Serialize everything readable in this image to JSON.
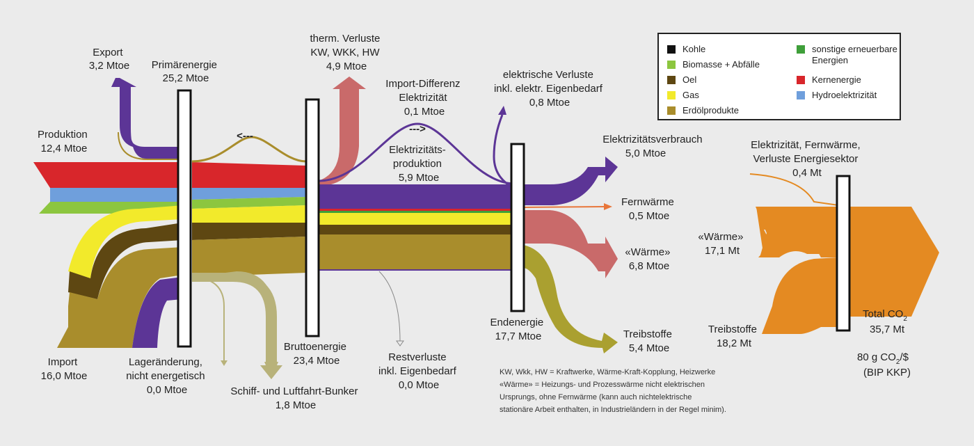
{
  "legend": {
    "items": [
      {
        "label": "Kohle",
        "color": "#111111"
      },
      {
        "label": "Biomasse + Abfälle",
        "color": "#8cc63f"
      },
      {
        "label": "Oel",
        "color": "#5e4712"
      },
      {
        "label": "Gas",
        "color": "#f2ea2b"
      },
      {
        "label": "Erdölprodukte",
        "color": "#a98d2c"
      },
      {
        "label": "sonstige erneuerbare Energien",
        "color": "#3f9f3a"
      },
      {
        "label": "Kernenergie",
        "color": "#d8262b"
      },
      {
        "label": "Hydroelektrizität",
        "color": "#6f9fdc"
      }
    ]
  },
  "colors": {
    "elektrizitaet": "#5c3596",
    "thermische_verluste": "#c96a6a",
    "waerme": "#c96a6a",
    "fernwaerme": "#e8763a",
    "bunker": "#b8b27a",
    "treibstoffe": "#aaa030",
    "co2": "#e48a22"
  },
  "labels": {
    "export": [
      "Export",
      "3,2 Mtoe"
    ],
    "primaerenergie": [
      "Primärenergie",
      "25,2 Mtoe"
    ],
    "therm_verluste": [
      "therm. Verluste",
      "KW, WKK, HW",
      "4,9 Mtoe"
    ],
    "import_diff": [
      "Import-Differenz",
      "Elektrizität",
      "0,1 Mtoe"
    ],
    "elektr_verluste": [
      "elektrische Verluste",
      "inkl. elektr. Eigenbedarf",
      "0,8 Mtoe"
    ],
    "produktion": [
      "Produktion",
      "12,4 Mtoe"
    ],
    "arrow_left": "<---",
    "arrow_right": "--->",
    "elek_produktion": [
      "Elektrizitäts-",
      "produktion",
      "5,9 Mtoe"
    ],
    "elek_verbrauch": [
      "Elektrizitätsverbrauch",
      "5,0 Mtoe"
    ],
    "fernwaerme": [
      "Fernwärme",
      "0,5 Mtoe"
    ],
    "waerme": [
      "«Wärme»",
      "6,8 Mtoe"
    ],
    "treibstoffe": [
      "Treibstoffe",
      "5,4 Mtoe"
    ],
    "endenergie": [
      "Endenergie",
      "17,7 Mtoe"
    ],
    "bruttoenergie": [
      "Bruttoenergie",
      "23,4 Mtoe"
    ],
    "restverluste": [
      "Restverluste",
      "inkl. Eigenbedarf",
      "0,0 Mtoe"
    ],
    "bunker": [
      "Schiff- und Luftfahrt-Bunker",
      "1,8 Mtoe"
    ],
    "lager": [
      "Lageränderung,",
      "nicht energetisch",
      "0,0 Mtoe"
    ],
    "import": [
      "Import",
      "16,0 Mtoe"
    ],
    "co2_elek": [
      "Elektrizität, Fernwärme,",
      "Verluste Energiesektor",
      "0,4 Mt"
    ],
    "co2_waerme": [
      "«Wärme»",
      "17,1 Mt"
    ],
    "co2_treib": [
      "Treibstoffe",
      "18,2 Mt"
    ],
    "co2_total": [
      "Total CO",
      "2",
      "35,7 Mt"
    ],
    "co2_intensity": [
      "80 g CO",
      "2",
      "/$",
      "(BIP KKP)"
    ]
  },
  "notes": [
    "KW, Wkk, HW = Kraftwerke, Wärme-Kraft-Kopplung, Heizwerke",
    "«Wärme» = Heizungs- und Prozesswärme nicht elektrischen",
    "Ursprungs, ohne Fernwärme (kann auch nichtelektrische",
    "stationäre Arbeit enthalten, in Industrieländern in der Regel minim)."
  ]
}
